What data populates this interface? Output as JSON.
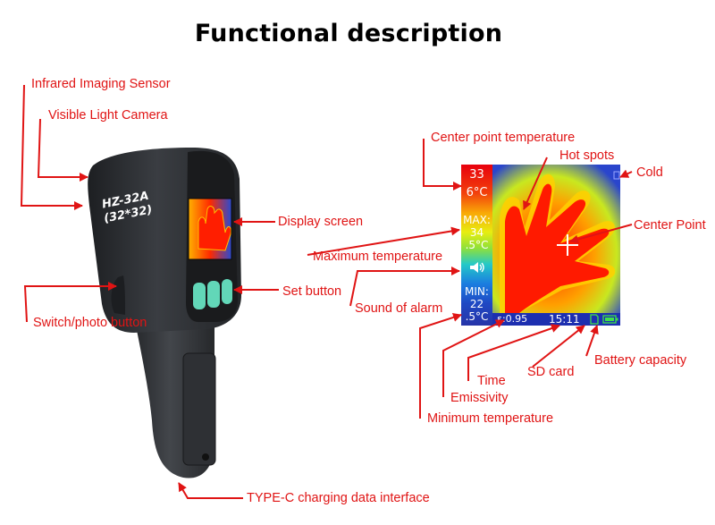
{
  "title": "Functional description",
  "device": {
    "model": "HZ-32A",
    "resolution": "(32*32)"
  },
  "labels": {
    "infrared_sensor": "Infrared Imaging Sensor",
    "visible_camera": "Visible Light Camera",
    "display_screen": "Display screen",
    "set_button": "Set button",
    "switch_photo_button": "Switch/photo button",
    "type_c": "TYPE-C charging data interface",
    "center_point_temperature": "Center point temperature",
    "hot_spots": "Hot spots",
    "cold": "Cold",
    "center_point": "Center Point",
    "maximum_temperature": "Maximum temperature",
    "sound_of_alarm": "Sound of alarm",
    "time": "Time",
    "sd_card": "SD card",
    "battery_capacity": "Battery capacity",
    "emissivity": "Emissivity",
    "minimum_temperature": "Minimum temperature"
  },
  "screen": {
    "center_temp_line1": "33",
    "center_temp_line2": "6°C",
    "max_label": "MAX:",
    "max_line1": "34",
    "max_line2": ".5°C",
    "min_label": "MIN:",
    "min_line1": "22",
    "min_line2": ".5°C",
    "emissivity": "ε:0.95",
    "time": "15:11"
  },
  "colors": {
    "label": "#e01414",
    "arrow": "#e01414",
    "device_body": "#2b2d30"
  },
  "icons": {
    "sound": "speaker-icon",
    "sd_card": "sd-card-icon",
    "battery": "battery-icon",
    "crosshair": "crosshair-icon"
  }
}
